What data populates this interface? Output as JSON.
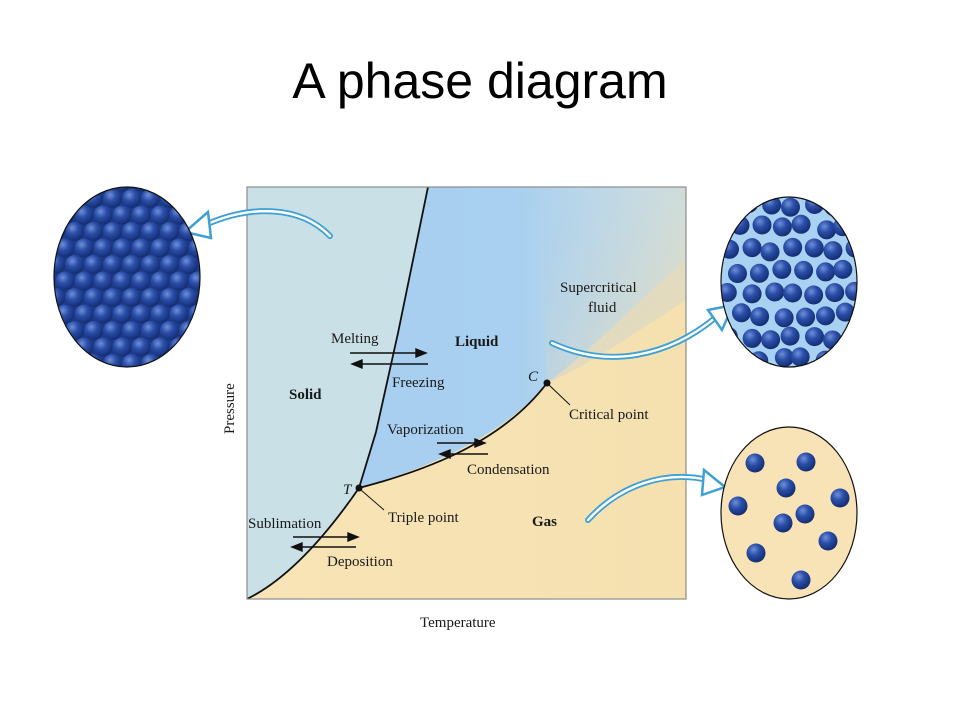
{
  "slide": {
    "title": "A phase diagram"
  },
  "axes": {
    "x_label": "Temperature",
    "y_label": "Pressure"
  },
  "regions": {
    "solid": "Solid",
    "liquid": "Liquid",
    "gas": "Gas",
    "supercritical_line1": "Supercritical",
    "supercritical_line2": "fluid"
  },
  "points": {
    "triple_letter": "T",
    "triple_label": "Triple point",
    "critical_letter": "C",
    "critical_label": "Critical point"
  },
  "transitions": {
    "melting": "Melting",
    "freezing": "Freezing",
    "vaporization": "Vaporization",
    "condensation": "Condensation",
    "sublimation": "Sublimation",
    "deposition": "Deposition"
  },
  "colors": {
    "solid_region": "#c8e0e6",
    "liquid_region": "#a6cdf0",
    "gas_region": "#f7e3b5",
    "arrow": "#3fa0d2",
    "molecule": "#1e3f8e",
    "frame": "#8c8c8c"
  }
}
